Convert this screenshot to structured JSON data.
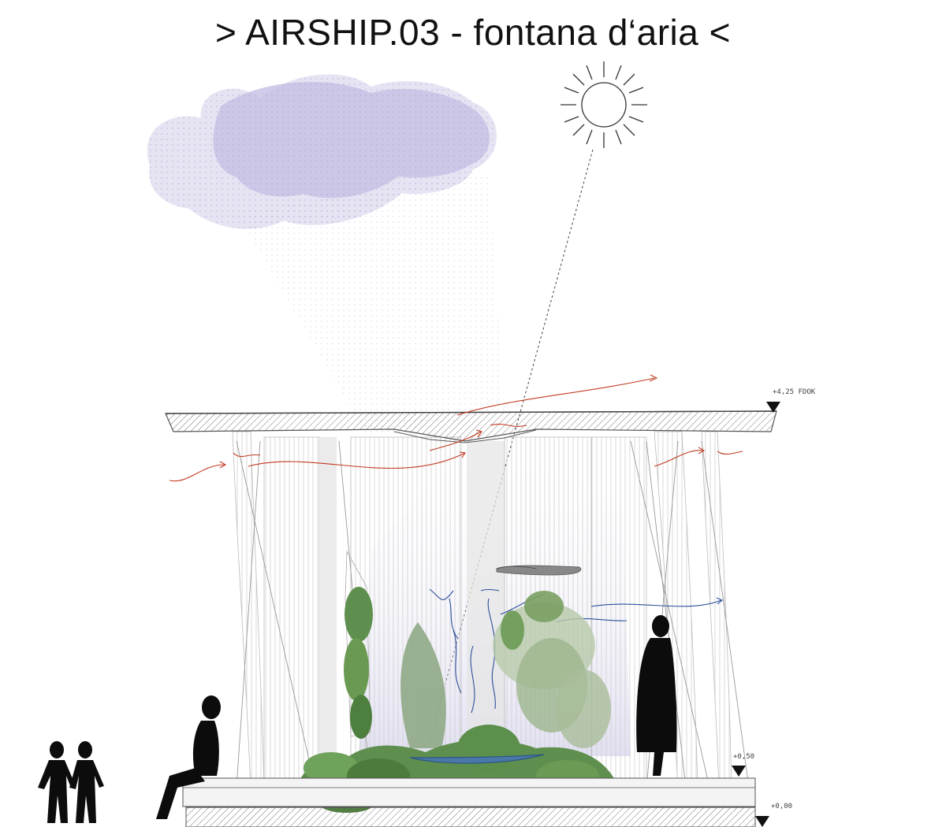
{
  "title": "> AIRSHIP.03 - fontana d‘aria <",
  "level_labels": {
    "roof": "+4,25  FDOK",
    "platform": "+0,50",
    "ground": "+0,00"
  },
  "colors": {
    "cloud": "#b9b3dc",
    "light_cone": "#c9c6e6",
    "air_flow_warm": "#c23a22",
    "air_flow_cool": "#2d4f9a",
    "water": "#4a78a8",
    "vegetation": "#5f8f4e",
    "silhouette": "#0c0c0c",
    "structure": "#8a8a8a"
  },
  "icons": [
    "sun-icon",
    "cloud-icon"
  ]
}
